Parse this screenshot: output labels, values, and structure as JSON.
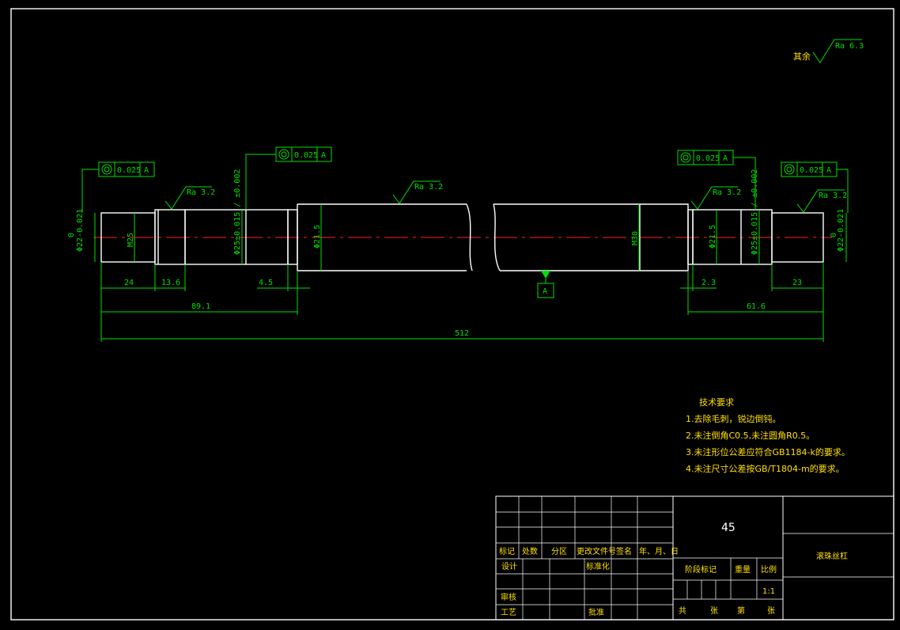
{
  "surface_default": {
    "label": "其余",
    "value": "Ra 6.3"
  },
  "roughness": [
    "Ra 3.2",
    "Ra 3.2",
    "Ra 3.2",
    "Ra 3.2"
  ],
  "tolerance_frames": [
    {
      "value": "0.025",
      "datum": "A"
    },
    {
      "value": "0.025",
      "datum": "A"
    },
    {
      "value": "0.025",
      "datum": "A"
    },
    {
      "value": "0.025",
      "datum": "A"
    }
  ],
  "datum_label": "A",
  "diameters": {
    "left_end": "Φ22-0.021",
    "left_end_upper": "0",
    "m25": "M25",
    "left_bearing": "Φ25±0.015 / ±0.002",
    "left_shoulder": "Φ21.5",
    "m30": "M30",
    "right_shoulder": "Φ21.5",
    "right_bearing": "Φ25±0.015 / ±0.002",
    "right_end": "Φ22-0.021",
    "right_end_upper": "0"
  },
  "dimensions": {
    "d24": "24",
    "d13_6": "13.6",
    "d4_5": "4.5",
    "d89_1": "89.1",
    "d512": "512",
    "d2_3": "2.3",
    "d23": "23",
    "d61_6": "61.6"
  },
  "tech_requirements": {
    "title": "技术要求",
    "items": [
      "1.去除毛刺，锐边倒钝。",
      "2.未注倒角C0.5,未注圆角R0.5。",
      "3.未注形位公差应符合GB1184-k的要求。",
      "4.未注尺寸公差按GB/T1804-m的要求。"
    ]
  },
  "title_block": {
    "material": "45",
    "part_name": "滚珠丝杠",
    "revision_headers": [
      "标记",
      "处数",
      "分区",
      "更改文件号",
      "签名",
      "年、月、日"
    ],
    "rows": [
      "设计",
      "标准化",
      "审核",
      "工艺",
      "批准"
    ],
    "stage_label": "阶段标记",
    "weight_label": "重量",
    "scale_label": "比例",
    "scale_value": "1:1",
    "sheet_total_label": "共",
    "sheet_unit_label": "张",
    "sheet_index_label": "第",
    "sheet_unit_label2": "张"
  }
}
